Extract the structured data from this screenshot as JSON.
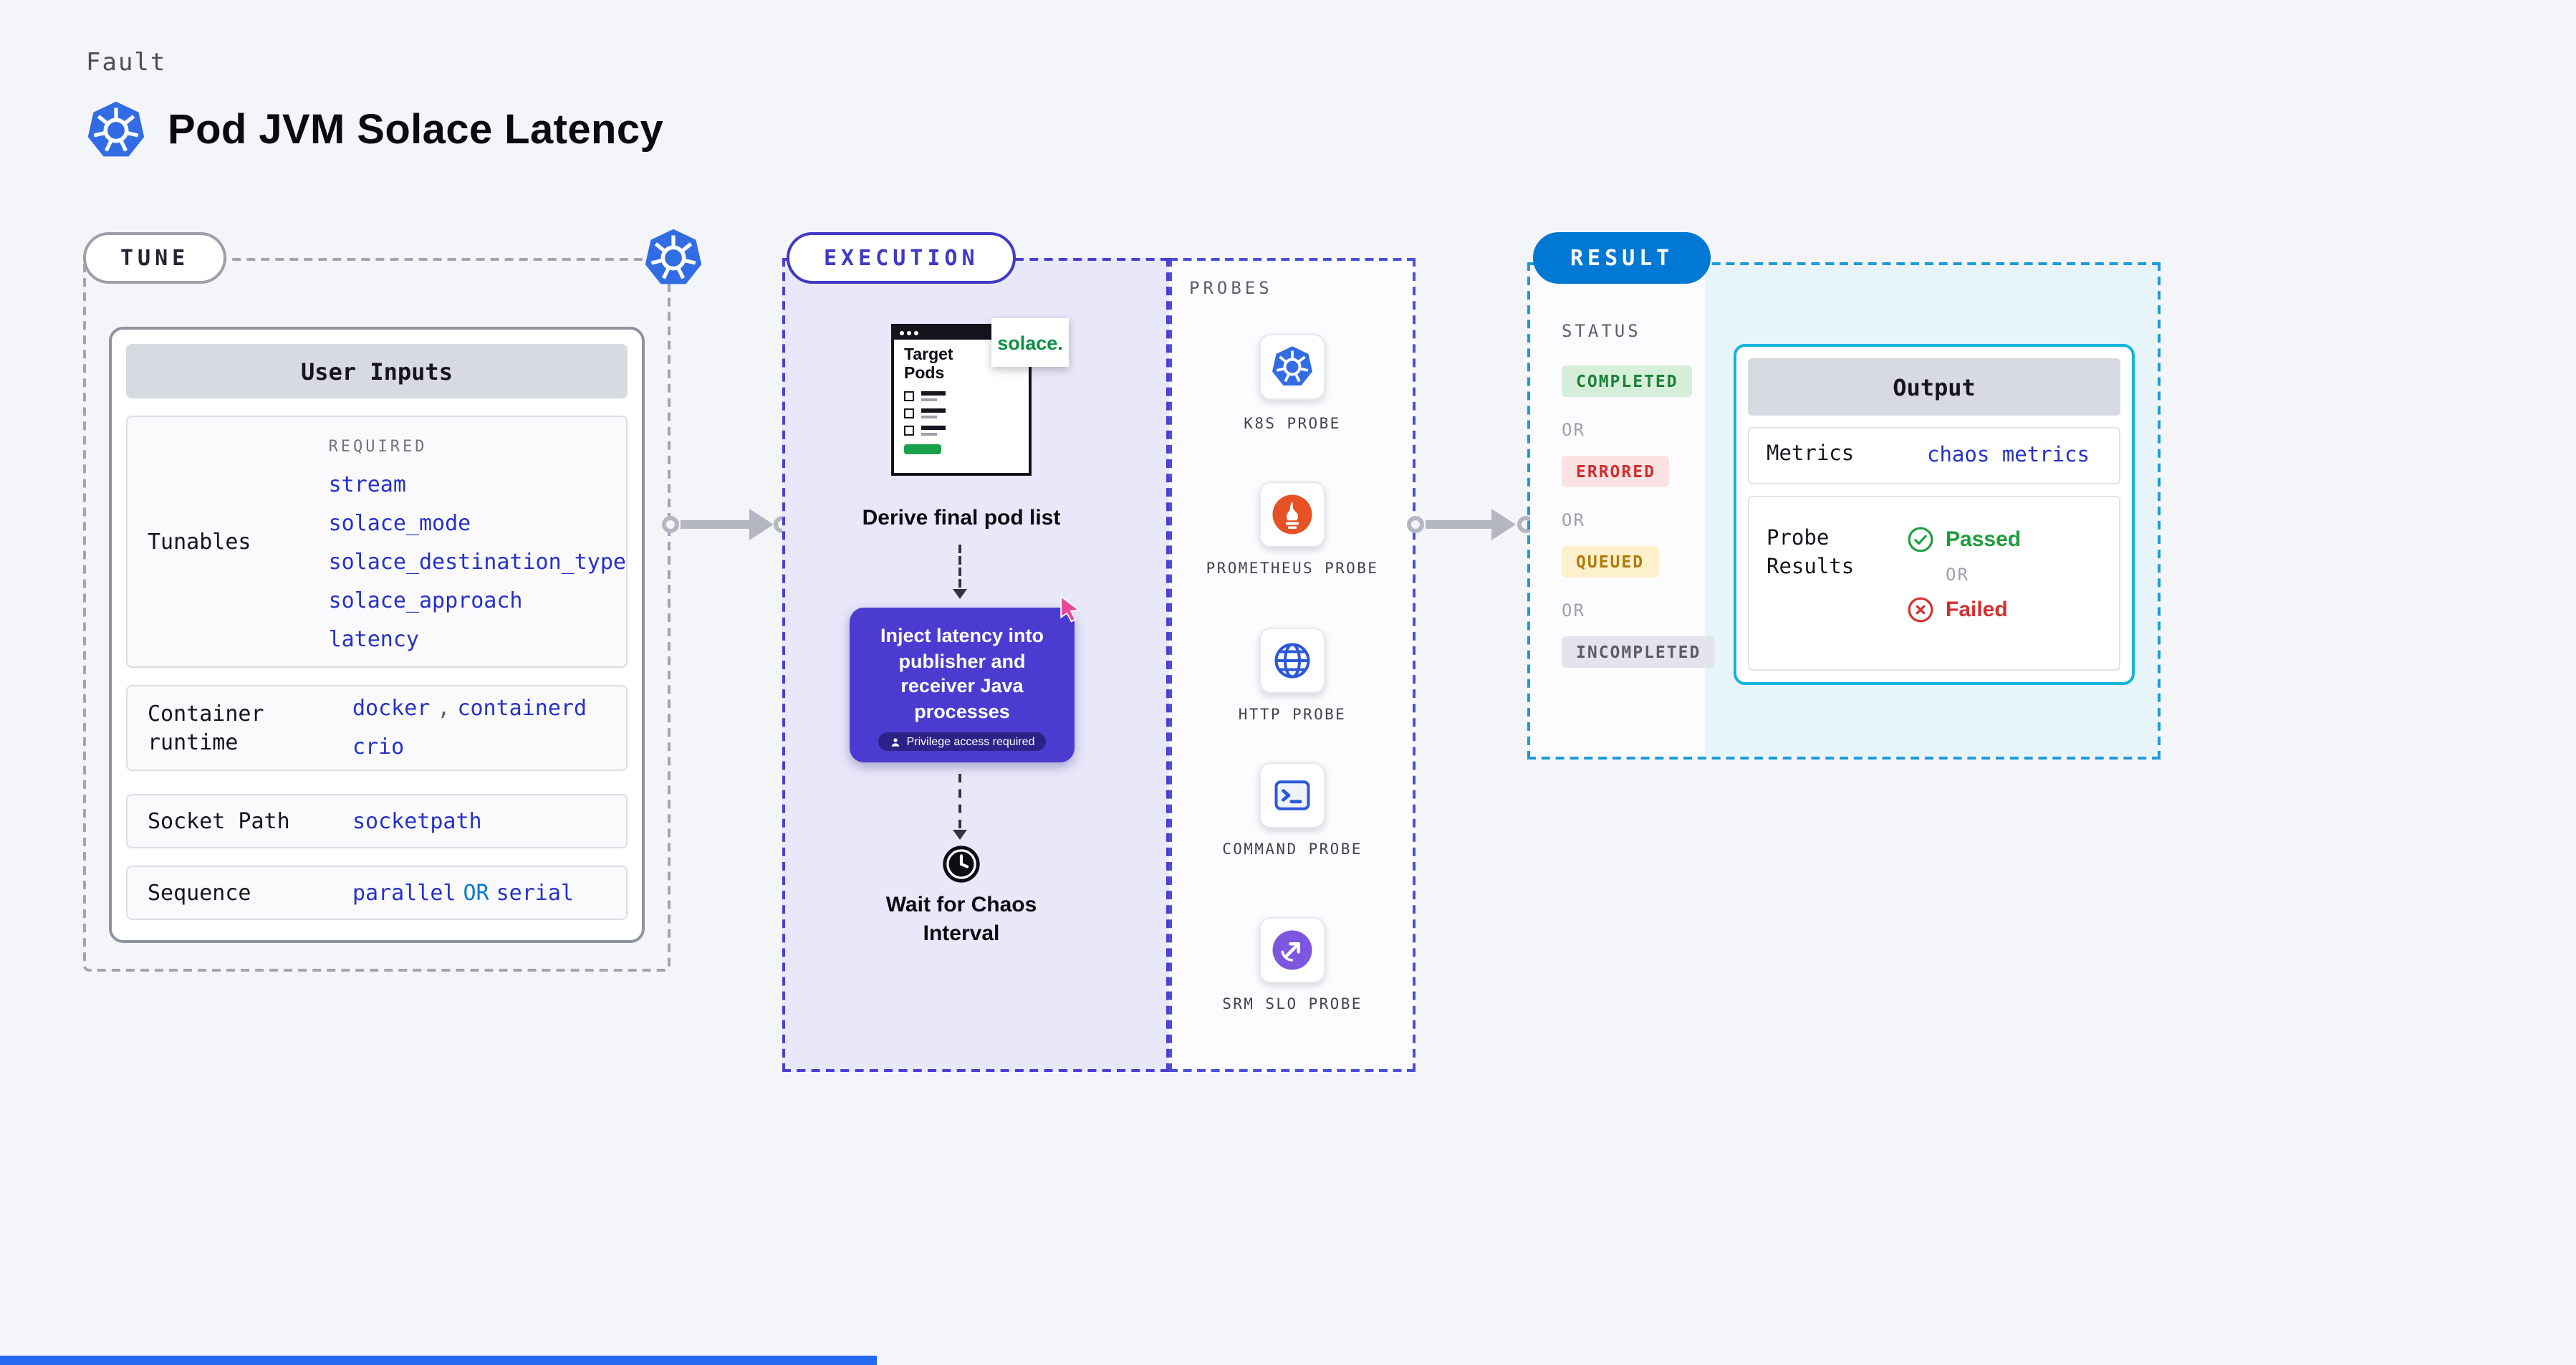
{
  "colors": {
    "k8s_blue": "#326ce5",
    "execution_purple": "#4b3bd0",
    "result_blue": "#0278d5",
    "output_border_cyan": "#12b5dd",
    "value_blue": "#2531c9",
    "or_blue": "#0278d5",
    "success_green": "#1c8139",
    "error_red": "#d22d2d",
    "warning_amber": "#b17a08",
    "neutral_gray": "#5a5c67",
    "solace_green": "#0d9046",
    "prometheus_orange": "#e75225"
  },
  "icons": {
    "title": "kubernetes-icon",
    "tune_corner": "kubernetes-icon",
    "wait": "clock-icon",
    "inject_cursor": "cursor-pointer-icon",
    "privilege": "person-icon",
    "passed": "check-circle-icon",
    "failed": "x-circle-icon"
  },
  "header": {
    "kicker": "Fault",
    "title": "Pod JVM Solace Latency"
  },
  "tune": {
    "label": "TUNE",
    "card": {
      "title": "User Inputs",
      "tunables": {
        "label": "Tunables",
        "required_tag": "REQUIRED",
        "values": [
          "stream",
          "solace_mode",
          "solace_destination_type",
          "solace_approach",
          "latency"
        ]
      },
      "container_runtime": {
        "label": "Container runtime",
        "value_1": "docker",
        "separator": ",",
        "value_2": "containerd",
        "value_3": "crio"
      },
      "socket_path": {
        "label": "Socket Path",
        "value": "socketpath"
      },
      "sequence": {
        "label": "Sequence",
        "value_1": "parallel",
        "or": "OR",
        "value_2": "serial"
      }
    }
  },
  "execution": {
    "label": "EXECUTION",
    "target_window": {
      "title": "Target Pods",
      "logo": "solace."
    },
    "step_1": "Derive final pod list",
    "inject_step": {
      "text": "Inject latency into publisher and receiver Java processes",
      "badge": "Privilege access required"
    },
    "wait_step": "Wait for Chaos Interval"
  },
  "probes": {
    "label": "PROBES",
    "items": [
      {
        "label": "K8S PROBE",
        "icon": "kubernetes-icon"
      },
      {
        "label": "PROMETHEUS PROBE",
        "icon": "prometheus-icon"
      },
      {
        "label": "HTTP PROBE",
        "icon": "globe-icon"
      },
      {
        "label": "COMMAND PROBE",
        "icon": "terminal-icon"
      },
      {
        "label": "SRM SLO PROBE",
        "icon": "srm-slo-icon"
      }
    ]
  },
  "result": {
    "label": "RESULT",
    "status_heading": "STATUS",
    "or_text": "OR",
    "statuses": [
      {
        "text": "COMPLETED",
        "type": "success"
      },
      {
        "text": "ERRORED",
        "type": "error"
      },
      {
        "text": "QUEUED",
        "type": "warning"
      },
      {
        "text": "INCOMPLETED",
        "type": "neutral"
      }
    ],
    "output": {
      "title": "Output",
      "metrics_label": "Metrics",
      "metrics_value": "chaos metrics",
      "probe_results_label": "Probe Results",
      "passed": "Passed",
      "failed": "Failed"
    }
  }
}
